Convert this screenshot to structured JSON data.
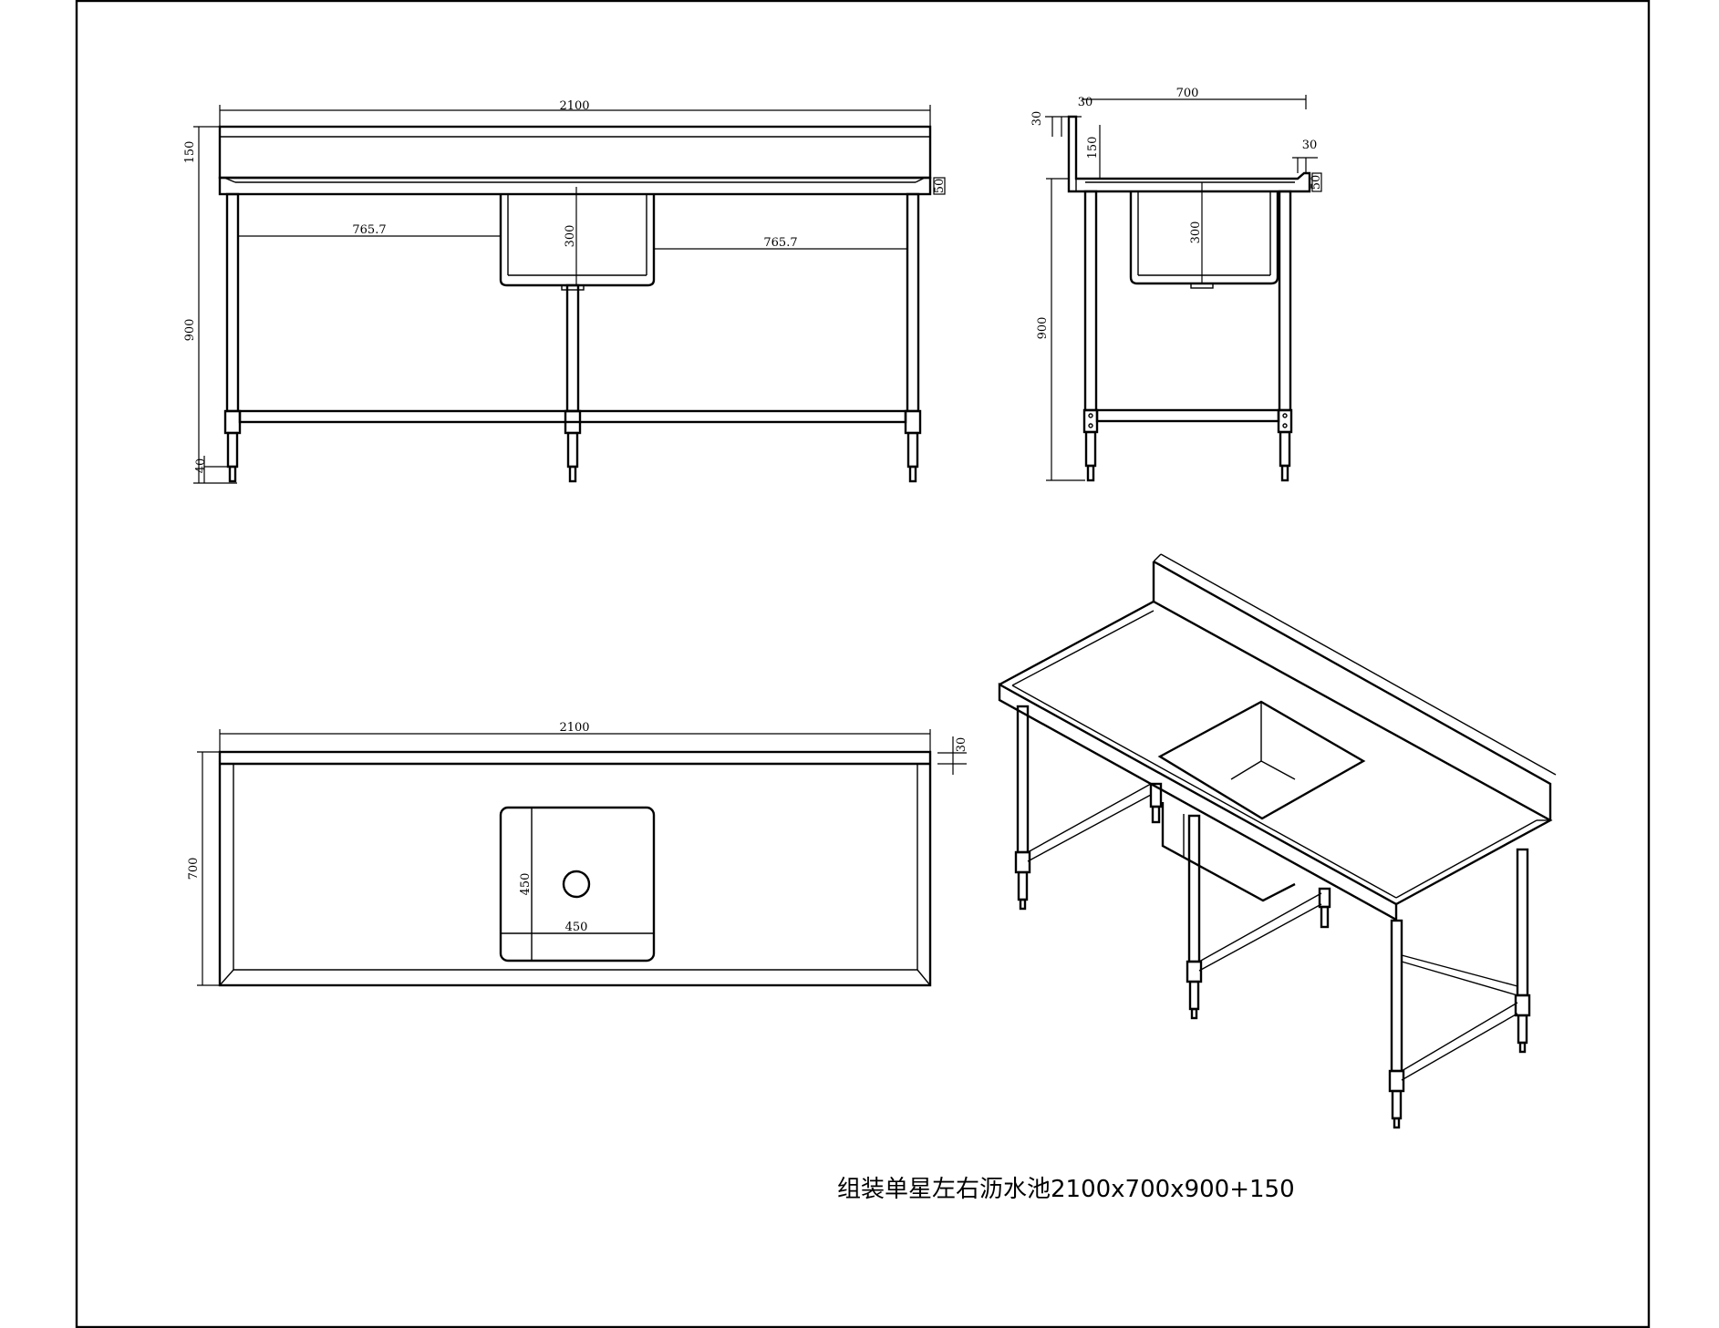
{
  "title": "组装单星左右沥水池2100x700x900+150",
  "front_view": {
    "width": "2100",
    "backsplash": "150",
    "edge": "50",
    "left_drainboard": "765.7",
    "right_drainboard": "765.7",
    "sink_depth": "300",
    "height": "900",
    "foot": "40"
  },
  "side_view": {
    "depth": "700",
    "splash_lip": "30",
    "splash_lip_top": "30",
    "backsplash": "150",
    "front_lip": "30",
    "edge": "50",
    "sink_depth": "300",
    "height": "900"
  },
  "top_view": {
    "width": "2100",
    "lip": "30",
    "depth": "700",
    "sink_length": "450",
    "sink_width": "450"
  }
}
